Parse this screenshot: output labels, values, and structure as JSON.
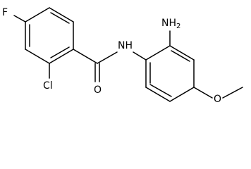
{
  "molecule": {
    "atom_labels": {
      "fluorine": "F",
      "chlorine": "Cl",
      "carbonyl_oxygen": "O",
      "amide_nh": "NH",
      "amino": "NH",
      "amino_subscript": "2",
      "methoxy_oxygen": "O"
    }
  }
}
